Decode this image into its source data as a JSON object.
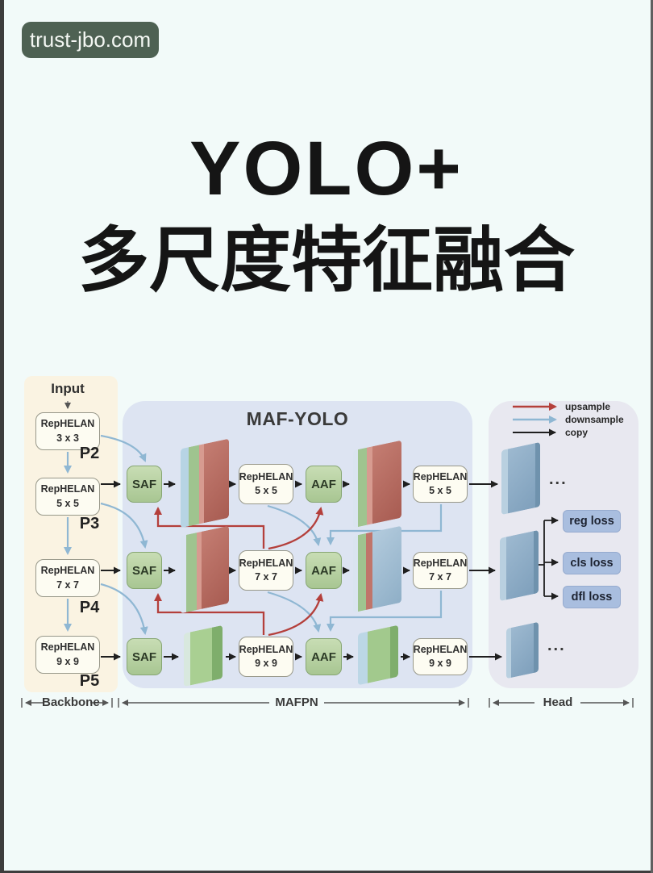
{
  "page": {
    "badge": "trust-jbo.com",
    "title_line1": "YOLO+",
    "title_line2": "多尺度特征融合"
  },
  "diagram": {
    "title": "MAF-YOLO",
    "input_label": "Input",
    "backbone": {
      "label": "Backbone",
      "blocks": [
        {
          "name": "RepHELAN",
          "size": "3 x 3"
        },
        {
          "name": "RepHELAN",
          "size": "5 x 5"
        },
        {
          "name": "RepHELAN",
          "size": "7 x 7"
        },
        {
          "name": "RepHELAN",
          "size": "9 x 9"
        }
      ],
      "levels": [
        "P2",
        "P3",
        "P4",
        "P5"
      ]
    },
    "mafpn": {
      "label": "MAFPN",
      "rows": [
        {
          "saf": "SAF",
          "mid_name": "RepHELAN",
          "mid_size": "5 x 5",
          "aaf": "AAF",
          "out_name": "RepHELAN",
          "out_size": "5 x 5"
        },
        {
          "saf": "SAF",
          "mid_name": "RepHELAN",
          "mid_size": "7 x 7",
          "aaf": "AAF",
          "out_name": "RepHELAN",
          "out_size": "7 x 7"
        },
        {
          "saf": "SAF",
          "mid_name": "RepHELAN",
          "mid_size": "9 x 9",
          "aaf": "AAF",
          "out_name": "RepHELAN",
          "out_size": "9 x 9"
        }
      ]
    },
    "head": {
      "label": "Head",
      "ellipsis": "...",
      "losses": [
        "reg loss",
        "cls loss",
        "dfl loss"
      ]
    },
    "legend": {
      "items": [
        {
          "label": "upsample",
          "color": "#b43f3b"
        },
        {
          "label": "downsample",
          "color": "#8fb7d3"
        },
        {
          "label": "copy",
          "color": "#1f1f1f"
        }
      ]
    },
    "colors": {
      "backbone_bg": "#faf3e2",
      "mafpn_bg": "#dde4f2",
      "head_bg": "#e8e8f0",
      "node_green": "#b4cfa0",
      "loss_blue": "#a9bedf"
    }
  }
}
